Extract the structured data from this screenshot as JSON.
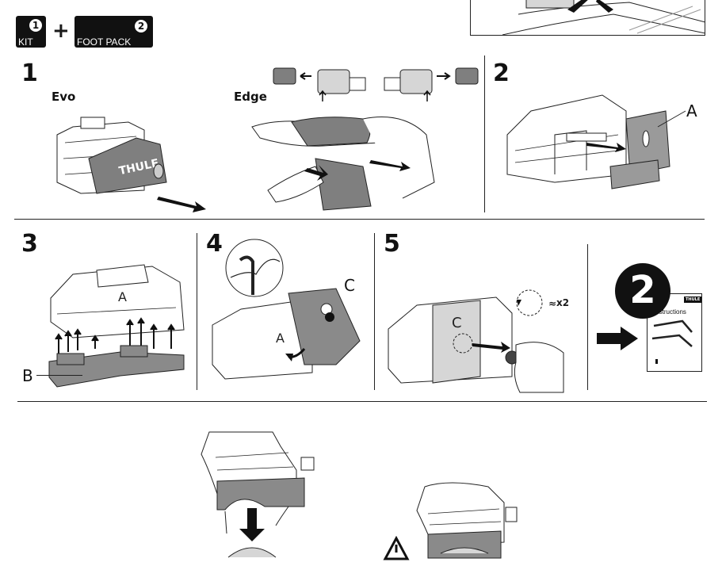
{
  "header": {
    "kit_number": "1",
    "kit_label": "KIT",
    "plus_sign": "+",
    "foot_pack_number": "2",
    "foot_pack_label": "FOOT PACK"
  },
  "steps": [
    {
      "number": "1",
      "variants": [
        "Evo",
        "Edge"
      ],
      "brand_text": "THULE"
    },
    {
      "number": "2",
      "callout": "A"
    },
    {
      "number": "3",
      "callout": "B"
    },
    {
      "number": "4",
      "callout": "C",
      "part_marking": "A"
    },
    {
      "number": "5",
      "multiplier": "x2",
      "approx_symbol": "≈",
      "part_marking": "C"
    }
  ],
  "reference": {
    "number": "2",
    "instructions_label": "Instructions",
    "brand": "THULE"
  },
  "icons": [
    "direction-arrow-icon",
    "warning-triangle-icon",
    "circle-number-badge-icon"
  ],
  "colors": {
    "ink": "#111111",
    "part_gray": "#8a8a8a",
    "light_gray": "#d6d6d6",
    "paper": "#ffffff"
  }
}
